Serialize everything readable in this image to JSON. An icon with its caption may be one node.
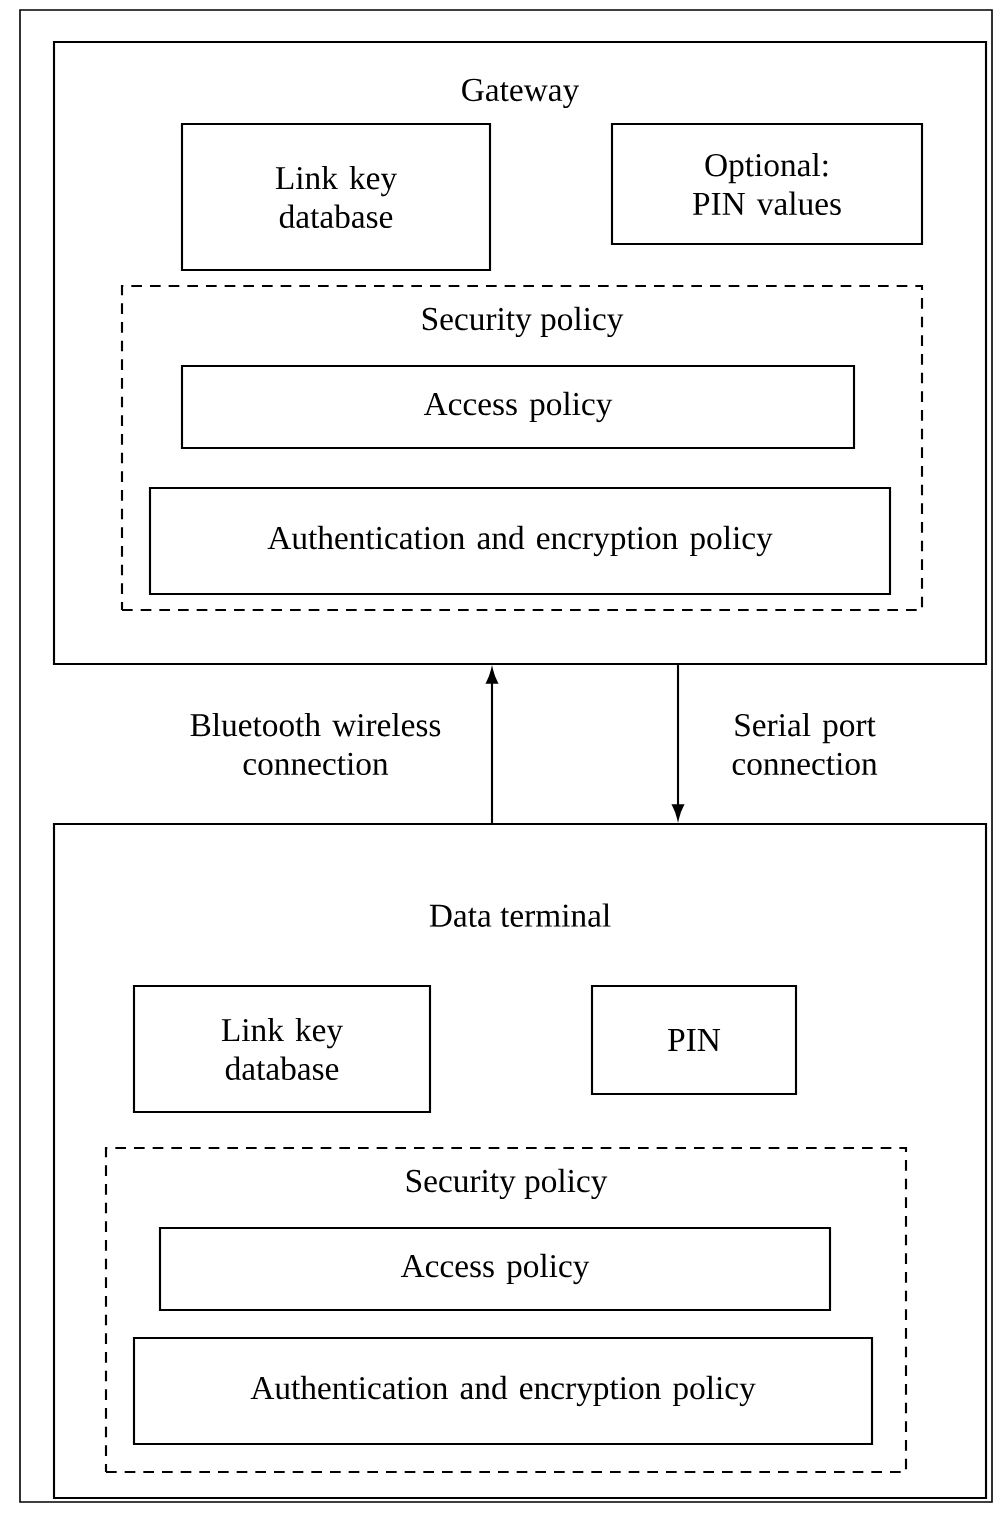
{
  "diagram": {
    "nodes": [
      {
        "text": [
          "Gateway"
        ]
      },
      {
        "text": [
          "Link key database"
        ],
        "in": 0
      },
      {
        "text": [
          "Optional: PIN values"
        ],
        "in": 0
      },
      {
        "text": [
          "Security policy"
        ],
        "in": 0
      },
      {
        "text": [
          "Access policy"
        ],
        "in": 3
      },
      {
        "text": [
          "Authentication and encryption policy"
        ],
        "in": 3
      },
      {
        "text": [
          "Data terminal"
        ]
      },
      {
        "text": [
          "Link key database"
        ],
        "in": 6
      },
      {
        "text": [
          "PIN"
        ],
        "in": 6
      },
      {
        "text": [
          "Security policy"
        ],
        "in": 6
      },
      {
        "text": [
          "Access policy"
        ],
        "in": 9
      },
      {
        "text": [
          "Authentication and encryption policy"
        ],
        "in": 9
      }
    ],
    "edges": [
      {
        "from": 6,
        "to": 0,
        "arrow": "to",
        "label": "Bluetooth wireless connection"
      },
      {
        "from": 0,
        "to": 6,
        "arrow": "to",
        "label": "Serial port connection"
      }
    ]
  }
}
